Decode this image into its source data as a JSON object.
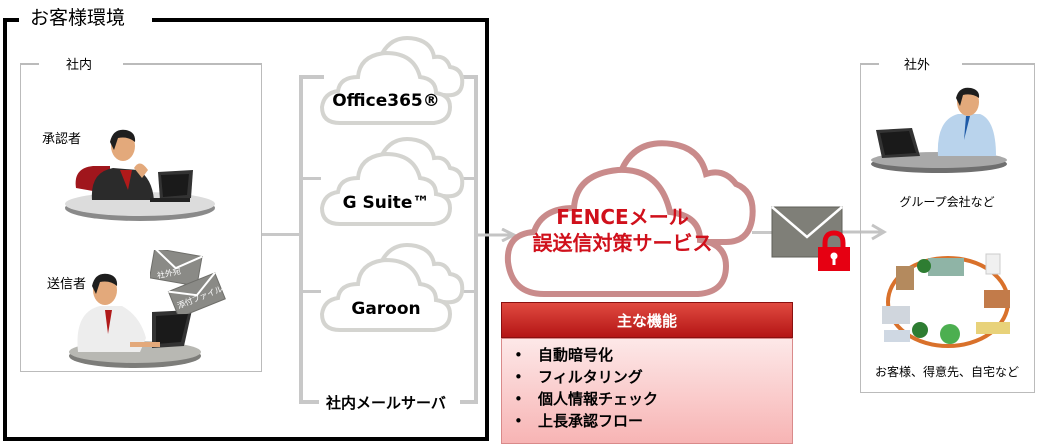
{
  "environment": {
    "title": "お客様環境",
    "internal": {
      "title": "社内",
      "approver_label": "承認者",
      "sender_label": "送信者",
      "envelopes": [
        "社外宛",
        "添付ファイル"
      ]
    },
    "mail_servers": {
      "label": "社内メールサーバ",
      "clouds": [
        {
          "name": "Office365®"
        },
        {
          "name": "G Suite™"
        },
        {
          "name": "Garoon"
        }
      ]
    }
  },
  "service": {
    "title_line1": "FENCEメール",
    "title_line2": "誤送信対策サービス",
    "accent_color": "#d0101b"
  },
  "features": {
    "header": "主な機能",
    "items": [
      "自動暗号化",
      "フィルタリング",
      "個人情報チェック",
      "上長承認フロー"
    ]
  },
  "encrypted_mail": {
    "icon": "locked-envelope-icon"
  },
  "external": {
    "title": "社外",
    "group_label": "グループ会社など",
    "customers_label": "お客様、得意先、自宅など"
  }
}
